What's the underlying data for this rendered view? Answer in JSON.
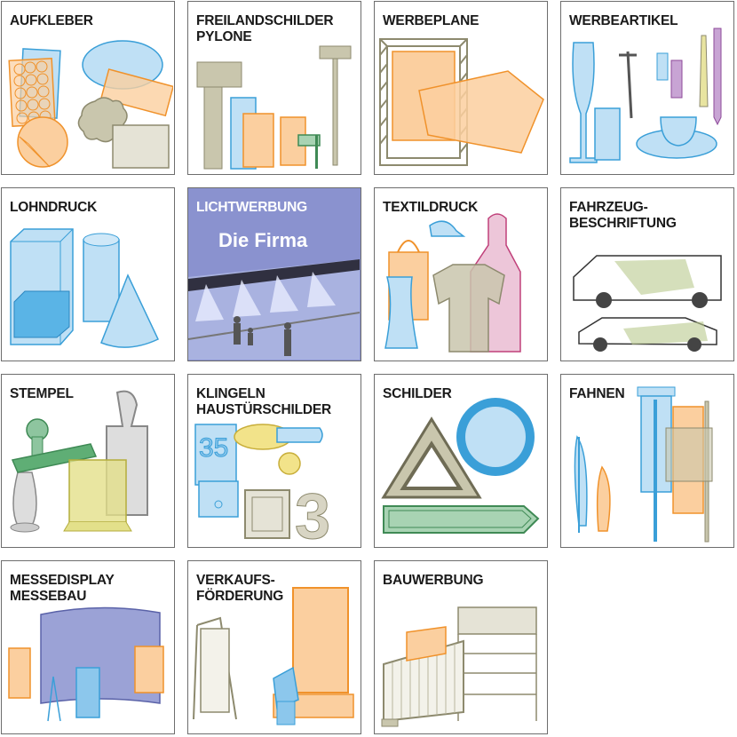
{
  "tiles": [
    {
      "line1": "AUFKLEBER",
      "line2": ""
    },
    {
      "line1": "FREILANDSCHILDER",
      "line2": "PYLONE"
    },
    {
      "line1": "WERBEPLANE",
      "line2": ""
    },
    {
      "line1": "WERBEARTIKEL",
      "line2": ""
    },
    {
      "line1": "LOHNDRUCK",
      "line2": ""
    },
    {
      "line1": "LICHTWERBUNG",
      "line2": "",
      "sign_text": "Die Firma"
    },
    {
      "line1": "TEXTILDRUCK",
      "line2": ""
    },
    {
      "line1": "FAHRZEUG-",
      "line2": "BESCHRIFTUNG"
    },
    {
      "line1": "STEMPEL",
      "line2": ""
    },
    {
      "line1": "KLINGELN",
      "line2": "HAUSTÜRSCHILDER",
      "numbers": [
        "35",
        "3"
      ]
    },
    {
      "line1": "SCHILDER",
      "line2": ""
    },
    {
      "line1": "FAHNEN",
      "line2": ""
    },
    {
      "line1": "MESSEDISPLAY",
      "line2": "MESSEBAU"
    },
    {
      "line1": "VERKAUFS-",
      "line2": "FÖRDERUNG"
    },
    {
      "line1": "BAUWERBUNG",
      "line2": ""
    }
  ],
  "colors": {
    "blue": "#3a9fd8",
    "orange": "#f0922b",
    "khaki": "#8d8a6e",
    "green": "#3f8a55",
    "purple": "#8e4a9a",
    "pink": "#c0407a"
  }
}
